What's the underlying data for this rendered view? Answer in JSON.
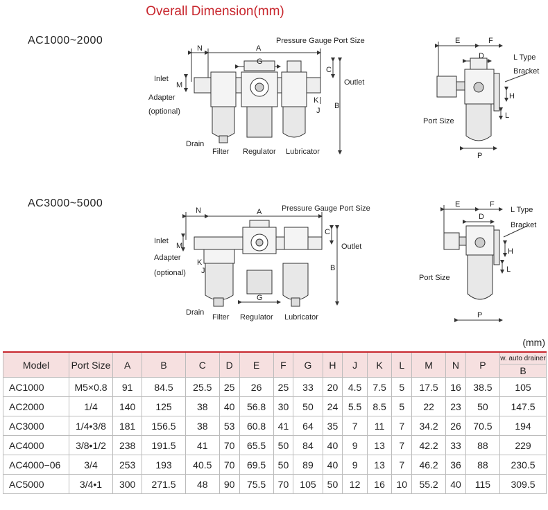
{
  "title": "Overall Dimension(mm)",
  "diagram_top": {
    "model": "AC1000~2000",
    "labels": {
      "n": "N",
      "a": "A",
      "g": "G",
      "gauge": "Pressure Gauge Port Size",
      "inlet": "Inlet",
      "m": "M",
      "adapter": "Adapter",
      "optional": "(optional)",
      "c": "C",
      "outlet": "Outlet",
      "b": "B",
      "k": "K",
      "j": "J",
      "drain": "Drain",
      "filter": "Filter",
      "regulator": "Regulator",
      "lubricator": "Lubricator",
      "e": "E",
      "f": "F",
      "d": "D",
      "ltype": "L Type",
      "bracket": "Bracket",
      "h": "H",
      "l": "L",
      "port_size": "Port Size",
      "p": "P"
    }
  },
  "diagram_bottom": {
    "model": "AC3000~5000",
    "labels": {
      "n": "N",
      "a": "A",
      "g": "G",
      "gauge": "Pressure Gauge Port Size",
      "inlet": "Inlet",
      "m": "M",
      "adapter": "Adapter",
      "optional": "(optional)",
      "c": "C",
      "outlet": "Outlet",
      "b": "B",
      "k": "K",
      "j": "J",
      "drain": "Drain",
      "filter": "Filter",
      "regulator": "Regulator",
      "lubricator": "Lubricator",
      "e": "E",
      "f": "F",
      "d": "D",
      "ltype": "L Type",
      "bracket": "Bracket",
      "h": "H",
      "l": "L",
      "port_size": "Port Size",
      "p": "P"
    }
  },
  "table": {
    "unit": "(mm)",
    "headers": [
      "Model",
      "Port Size",
      "A",
      "B",
      "C",
      "D",
      "E",
      "F",
      "G",
      "H",
      "J",
      "K",
      "L",
      "M",
      "N",
      "P"
    ],
    "auto_header": "w. auto drainer",
    "auto_sub": "B",
    "rows": [
      [
        "AC1000",
        "M5×0.8",
        "91",
        "84.5",
        "25.5",
        "25",
        "26",
        "25",
        "33",
        "20",
        "4.5",
        "7.5",
        "5",
        "17.5",
        "16",
        "38.5",
        "105"
      ],
      [
        "AC2000",
        "1/4",
        "140",
        "125",
        "38",
        "40",
        "56.8",
        "30",
        "50",
        "24",
        "5.5",
        "8.5",
        "5",
        "22",
        "23",
        "50",
        "147.5"
      ],
      [
        "AC3000",
        "1/4•3/8",
        "181",
        "156.5",
        "38",
        "53",
        "60.8",
        "41",
        "64",
        "35",
        "7",
        "11",
        "7",
        "34.2",
        "26",
        "70.5",
        "194"
      ],
      [
        "AC4000",
        "3/8•1/2",
        "238",
        "191.5",
        "41",
        "70",
        "65.5",
        "50",
        "84",
        "40",
        "9",
        "13",
        "7",
        "42.2",
        "33",
        "88",
        "229"
      ],
      [
        "AC4000−06",
        "3/4",
        "253",
        "193",
        "40.5",
        "70",
        "69.5",
        "50",
        "89",
        "40",
        "9",
        "13",
        "7",
        "46.2",
        "36",
        "88",
        "230.5"
      ],
      [
        "AC5000",
        "3/4•1",
        "300",
        "271.5",
        "48",
        "90",
        "75.5",
        "70",
        "105",
        "50",
        "12",
        "16",
        "10",
        "55.2",
        "40",
        "115",
        "309.5"
      ]
    ]
  }
}
